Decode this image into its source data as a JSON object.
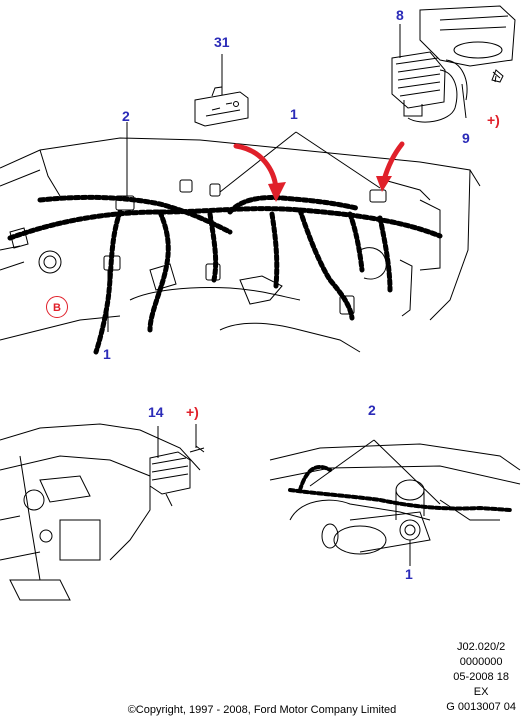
{
  "callouts": {
    "c31": "31",
    "c8": "8",
    "c9": "9",
    "c2_top": "2",
    "c1_top": "1",
    "c1_left": "1",
    "c14": "14",
    "c2_bottom": "2",
    "c1_bottom": "1",
    "plus_top": "+)",
    "plus_mid": "+)"
  },
  "detail_label": "B",
  "ref_block": [
    "J02.020/2",
    "0000000",
    "05-2008 18",
    "EX",
    "G 0013007 04"
  ],
  "copyright": "©Copyright, 1997 - 2008, Ford Motor Company Limited",
  "colors": {
    "callout": "#2b2bb8",
    "accent_red": "#e0202a",
    "line": "#000000"
  }
}
